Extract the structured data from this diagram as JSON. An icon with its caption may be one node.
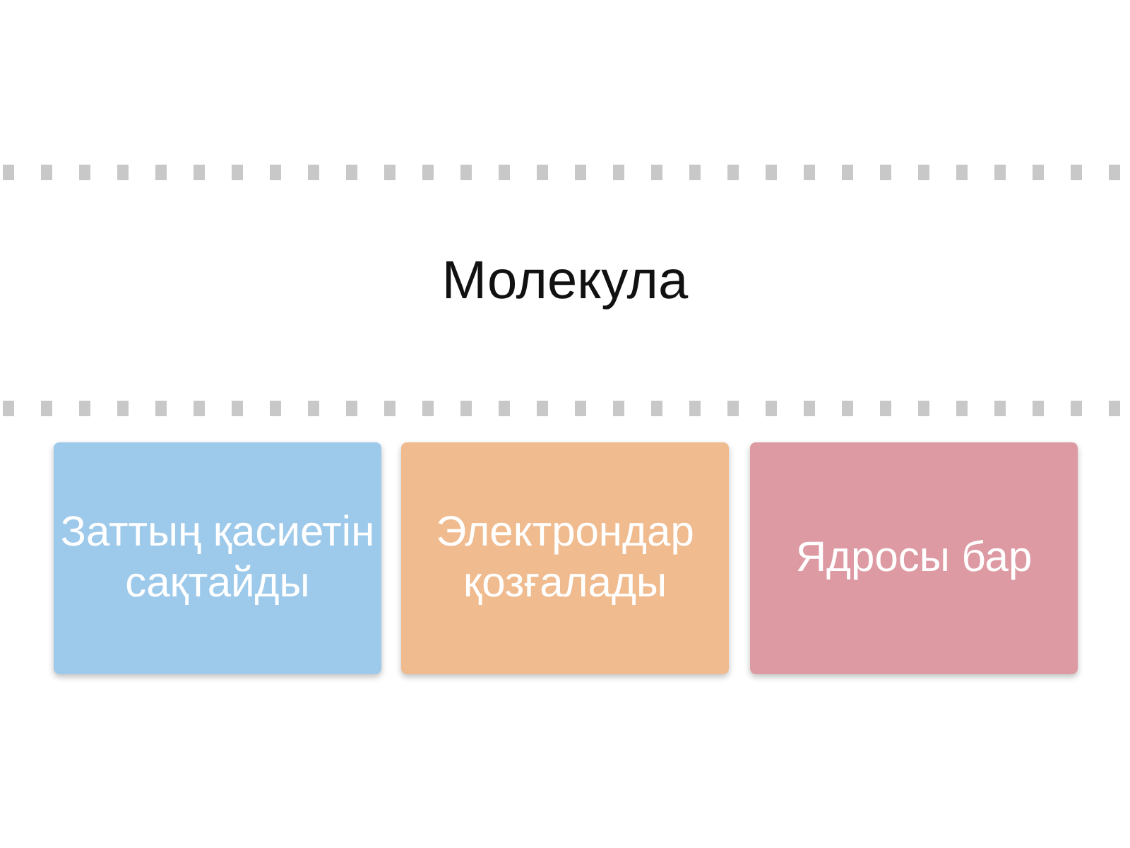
{
  "diagram": {
    "nodes": [
      {
        "text": [
          "Заттың қасиетін сақтайды"
        ]
      },
      {
        "text": [
          "Электрондар қозғалады"
        ]
      },
      {
        "text": [
          "Ядросы бар"
        ]
      }
    ],
    "labels": [
      "Молекула"
    ]
  }
}
